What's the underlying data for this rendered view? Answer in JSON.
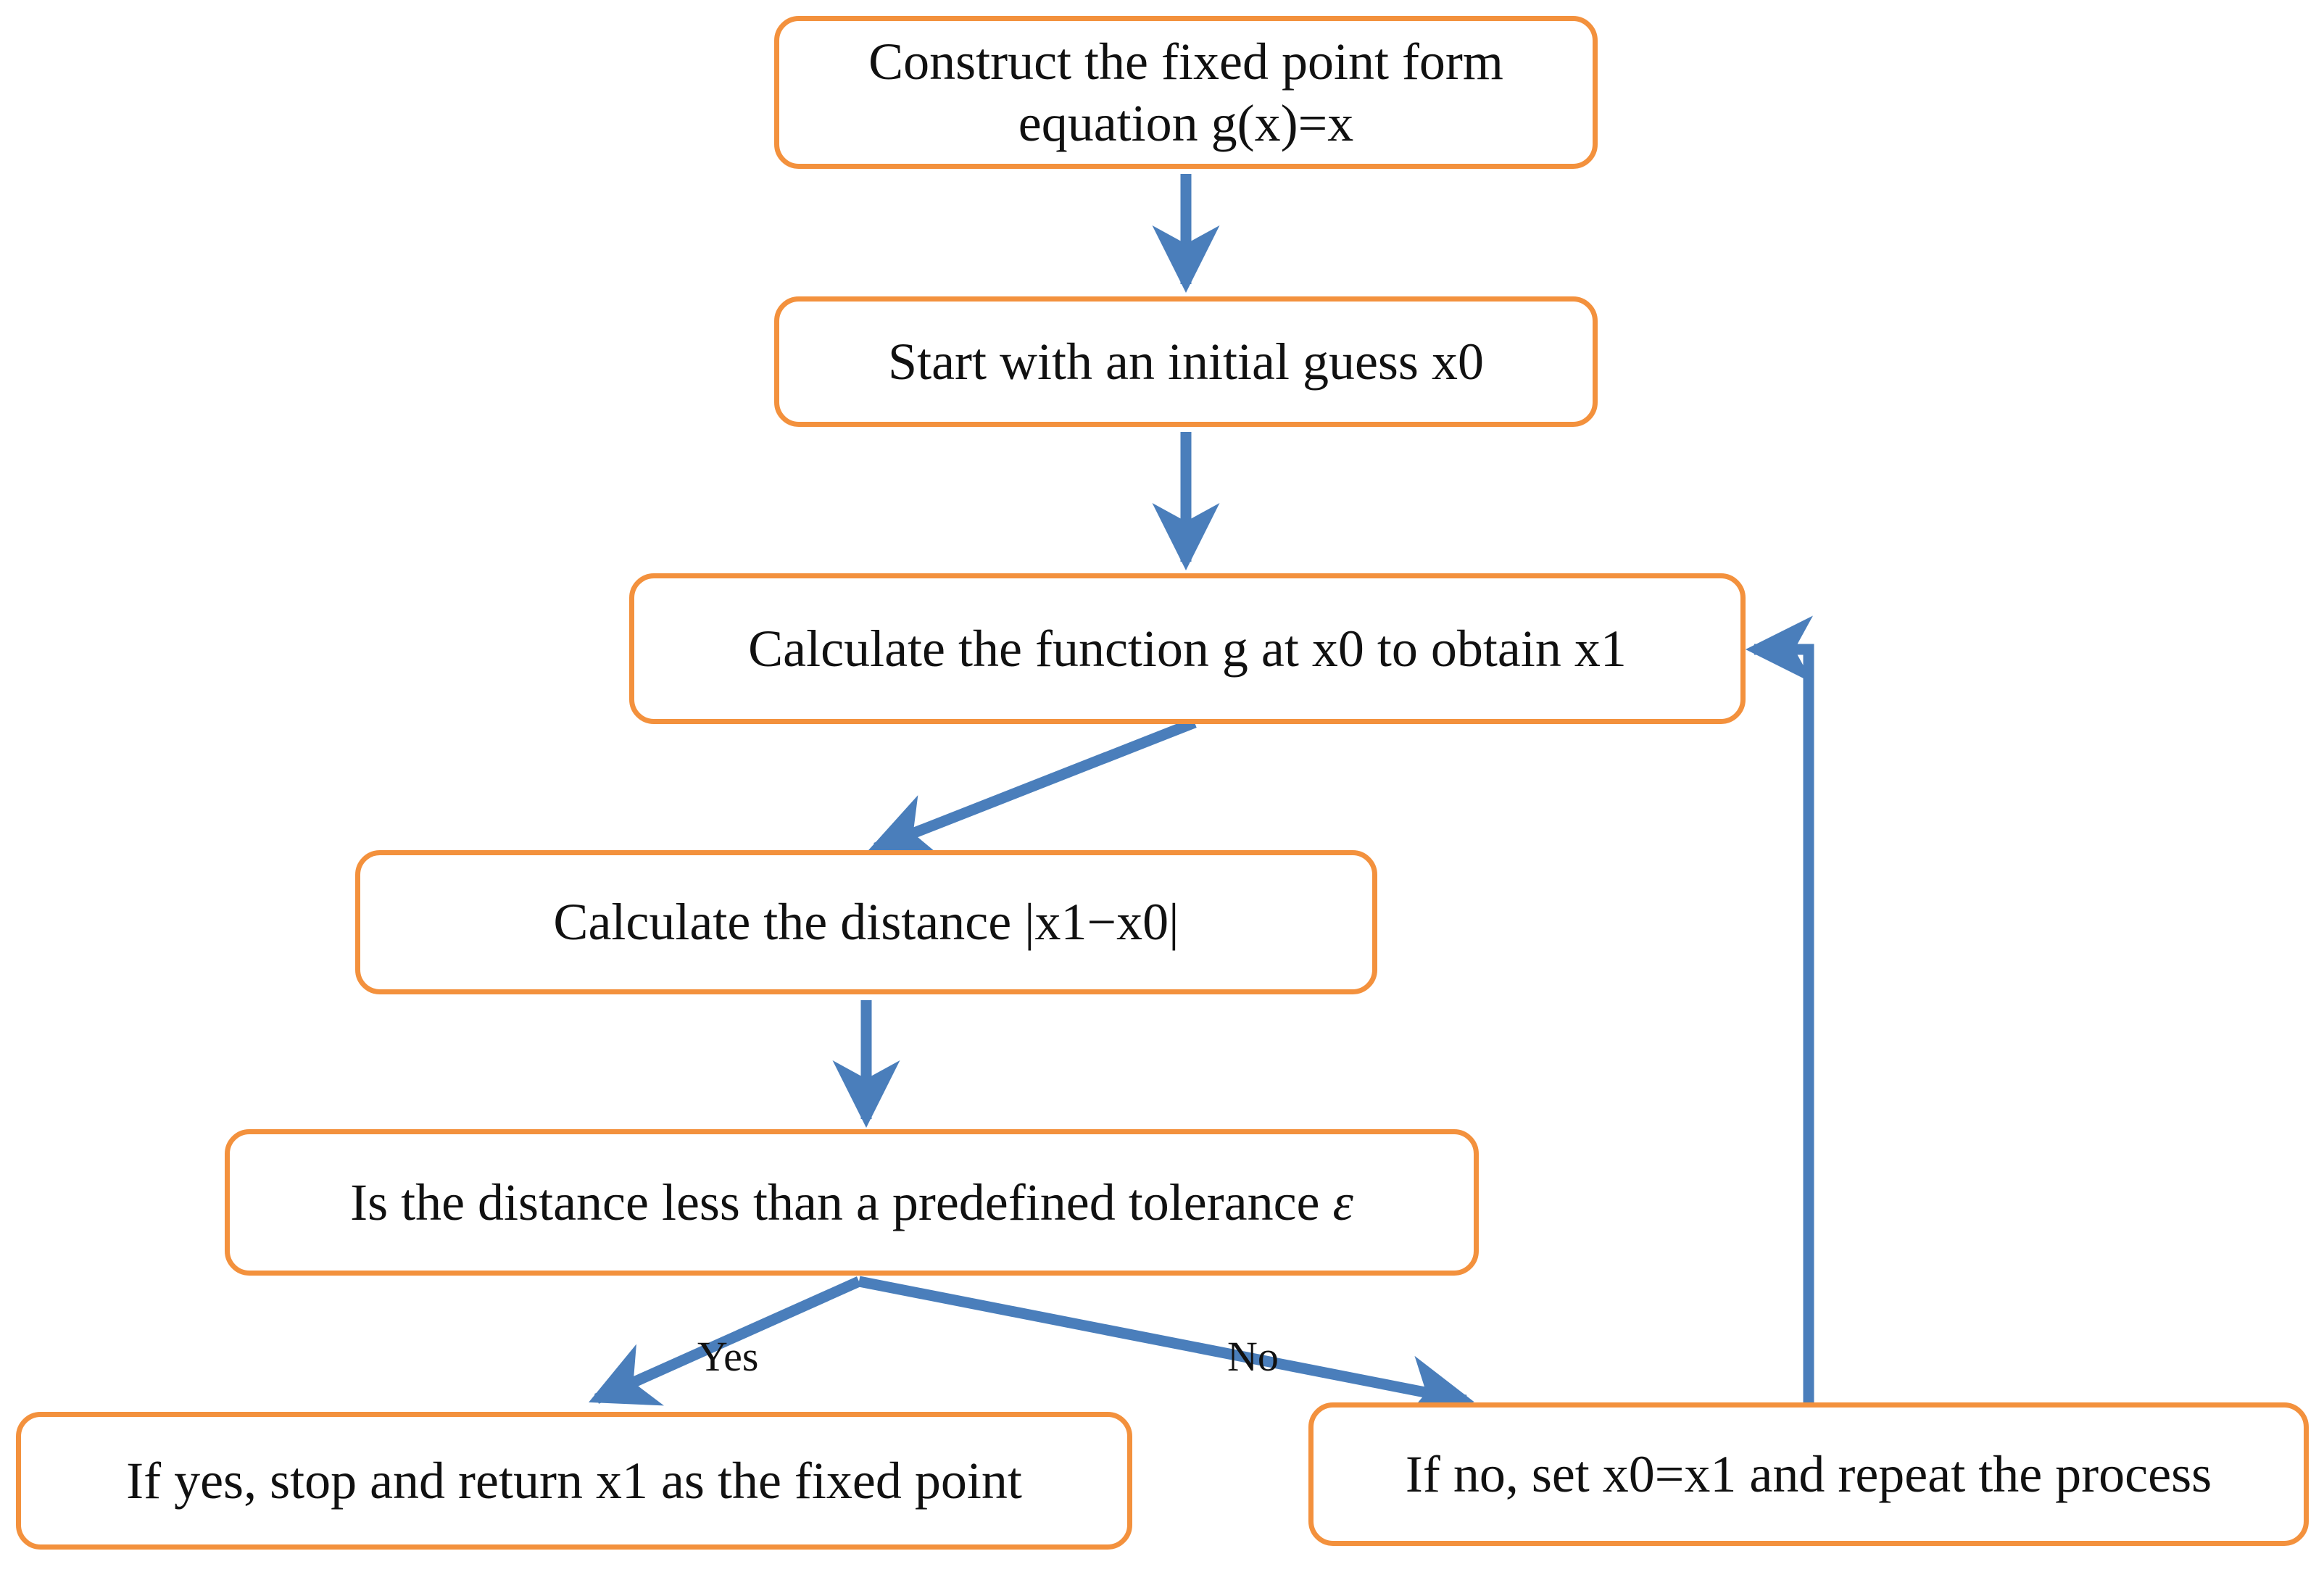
{
  "diagram": {
    "title": "Fixed point iteration method flowchart",
    "type": "flowchart",
    "colors": {
      "node_border": "#F3913D",
      "node_fill": "#FFFFFF",
      "arrow": "#4A7EBB",
      "text": "#111111"
    },
    "nodes": [
      {
        "id": "construct",
        "text": "Construct the fixed point form equation g(x)=x",
        "line1": "Construct the fixed point form",
        "line2": "equation g(x)=x",
        "shape": "rounded-rectangle"
      },
      {
        "id": "initial-guess",
        "text": "Start with an initial guess x0",
        "shape": "rounded-rectangle"
      },
      {
        "id": "calculate-g",
        "text": "Calculate the function g at x0 to obtain x1",
        "shape": "rounded-rectangle"
      },
      {
        "id": "calculate-distance",
        "text": "Calculate the distance |x1−x0|",
        "shape": "rounded-rectangle"
      },
      {
        "id": "decision-tolerance",
        "text_before_symbol": "Is the distance less than a predefined tolerance ",
        "symbol": "ε",
        "text": "Is the distance less than a predefined tolerance ε",
        "shape": "rounded-rectangle"
      },
      {
        "id": "stop-return",
        "text": "If yes, stop and return x1 as the fixed point",
        "shape": "rounded-rectangle"
      },
      {
        "id": "repeat-process",
        "text": "If no, set x0=x1 and repeat the process",
        "shape": "rounded-rectangle"
      }
    ],
    "edges": [
      {
        "id": "e1",
        "from": "construct",
        "to": "initial-guess",
        "label": ""
      },
      {
        "id": "e2",
        "from": "initial-guess",
        "to": "calculate-g",
        "label": ""
      },
      {
        "id": "e3",
        "from": "calculate-g",
        "to": "calculate-distance",
        "label": ""
      },
      {
        "id": "e4",
        "from": "calculate-distance",
        "to": "decision-tolerance",
        "label": ""
      },
      {
        "id": "e5",
        "from": "decision-tolerance",
        "to": "stop-return",
        "label": "Yes"
      },
      {
        "id": "e6",
        "from": "decision-tolerance",
        "to": "repeat-process",
        "label": "No"
      },
      {
        "id": "e7",
        "from": "repeat-process",
        "to": "calculate-g",
        "label": ""
      }
    ],
    "labels": {
      "yes": "Yes",
      "no": "No"
    }
  }
}
